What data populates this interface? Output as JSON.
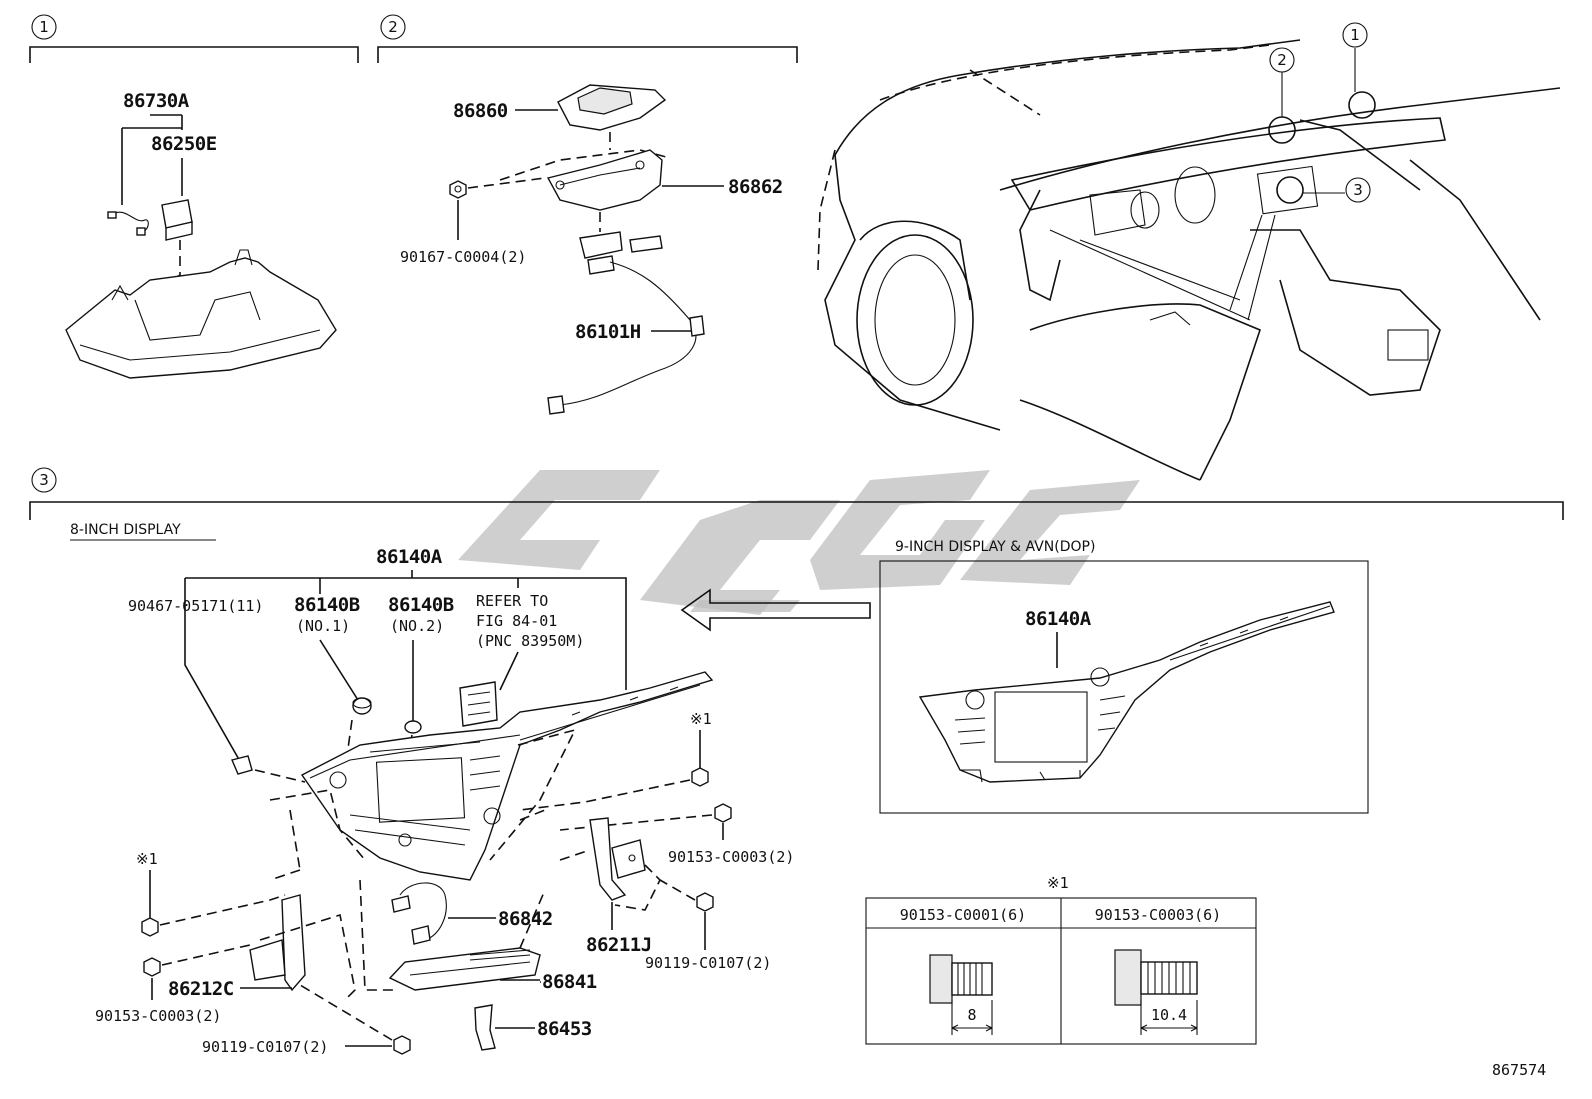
{
  "sections": {
    "s1": {
      "marker": "1"
    },
    "s2": {
      "marker": "2"
    },
    "s3": {
      "marker": "3"
    }
  },
  "car_view": {
    "markers": [
      "1",
      "2",
      "3"
    ]
  },
  "parts": {
    "p86730A": "86730A",
    "p86250E": "86250E",
    "p86860": "86860",
    "p86862": "86862",
    "p90167": "90167-C0004(2)",
    "p86101H": "86101H",
    "p86140A": "86140A",
    "p90467": "90467-05171(11)",
    "p86140B_1": "86140B",
    "p86140B_1_sub": "(NO.1)",
    "p86140B_2": "86140B",
    "p86140B_2_sub": "(NO.2)",
    "refer_line1": "REFER TO",
    "refer_line2": "FIG 84-01",
    "refer_line3": "(PNC 83950M)",
    "note_mark_right": "※1",
    "note_mark_left": "※1",
    "p90153_r": "90153-C0003(2)",
    "p86842": "86842",
    "p86211J": "86211J",
    "p90119_r": "90119-C0107(2)",
    "p86212C": "86212C",
    "p86841": "86841",
    "p90153_l": "90153-C0003(2)",
    "p90119_l": "90119-C0107(2)",
    "p86453": "86453",
    "p86140A_9": "86140A"
  },
  "captions": {
    "eight_inch": "8-INCH DISPLAY",
    "nine_inch": "9-INCH DISPLAY & AVN(DOP)"
  },
  "bolt_table": {
    "mark": "※1",
    "headers": [
      "90153-C0001(6)",
      "90153-C0003(6)"
    ],
    "dims": [
      "8",
      "10.4"
    ]
  },
  "figure_number": "867574",
  "colors": {
    "ink": "#111111",
    "watermark": "#bfbfbf"
  }
}
